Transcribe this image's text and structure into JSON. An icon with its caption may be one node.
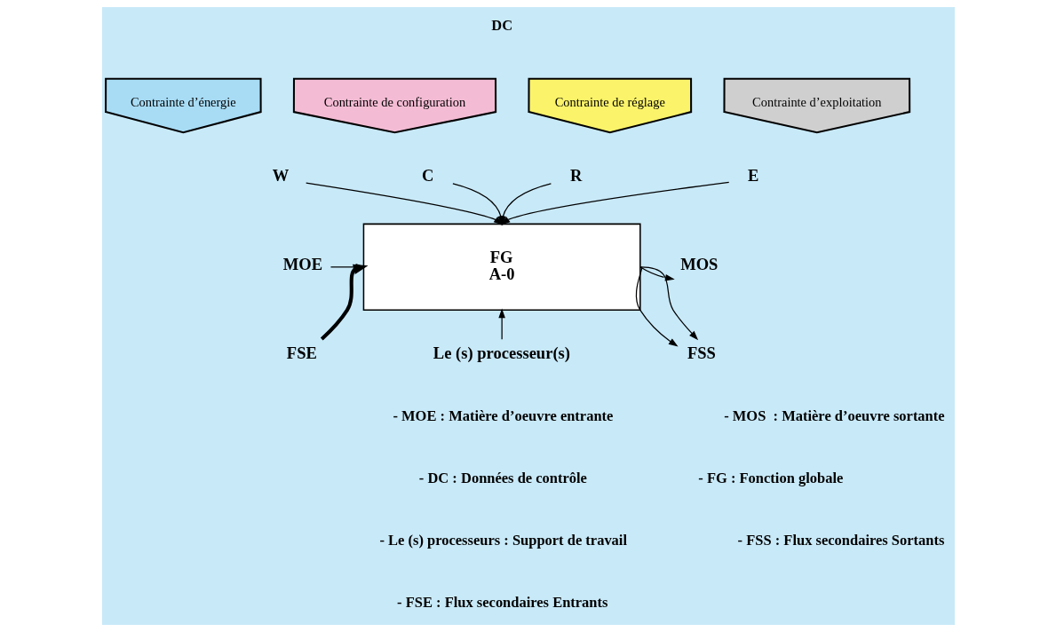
{
  "diagram": {
    "nodes": [
      {
        "text": [
          "Contrainte d’énergie"
        ]
      },
      {
        "text": [
          "Contrainte de configuration"
        ]
      },
      {
        "text": [
          "Contrainte de réglage"
        ]
      },
      {
        "text": [
          "Contrainte d’exploitation"
        ]
      },
      {
        "text": [
          "W"
        ]
      },
      {
        "text": [
          "C"
        ]
      },
      {
        "text": [
          "R"
        ]
      },
      {
        "text": [
          "E"
        ]
      },
      {
        "text": [
          "MOE"
        ]
      },
      {
        "text": [
          "FSE"
        ]
      },
      {
        "text": [
          "FG",
          "A-0"
        ]
      },
      {
        "text": [
          "MOS"
        ]
      },
      {
        "text": [
          "FSS"
        ]
      },
      {
        "text": [
          "Le (s) processeur(s)"
        ]
      }
    ],
    "edges": [
      {
        "from": 4,
        "to": 10,
        "arrow": "to"
      },
      {
        "from": 5,
        "to": 10,
        "arrow": "to"
      },
      {
        "from": 6,
        "to": 10,
        "arrow": "to"
      },
      {
        "from": 7,
        "to": 10,
        "arrow": "to"
      },
      {
        "from": 8,
        "to": 10,
        "arrow": "to"
      },
      {
        "from": 9,
        "to": 10,
        "arrow": "to",
        "style": "thick"
      },
      {
        "from": 10,
        "to": 11,
        "arrow": "to"
      },
      {
        "from": 10,
        "to": 12,
        "arrow": "to"
      },
      {
        "from": 10,
        "to": 12,
        "arrow": "to"
      },
      {
        "from": 13,
        "to": 10,
        "arrow": "to"
      }
    ],
    "labels": [
      "DC",
      "- MOE : Matière d’oeuvre entrante",
      "- MOS  : Matière d’oeuvre sortante",
      "- DC : Données de contrôle",
      "- FG : Fonction globale",
      "- Le (s) processeurs : Support de travail",
      "- FSS : Flux secondaires Sortants",
      "- FSE : Flux secondaires Entrants"
    ]
  }
}
